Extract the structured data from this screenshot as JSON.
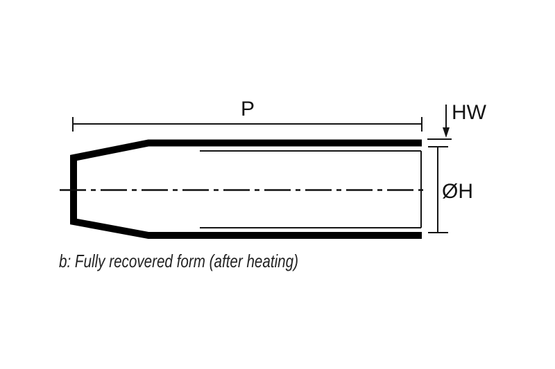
{
  "diagram": {
    "caption": "b: Fully recovered form (after heating)",
    "dimensions": {
      "length_label": "P",
      "wall_thickness_label": "HW",
      "diameter_label": "ØH"
    },
    "colors": {
      "outline": "#000000",
      "thin_line": "#141414",
      "text": "#141414",
      "caption_text": "#222222",
      "background": "#ffffff"
    }
  }
}
